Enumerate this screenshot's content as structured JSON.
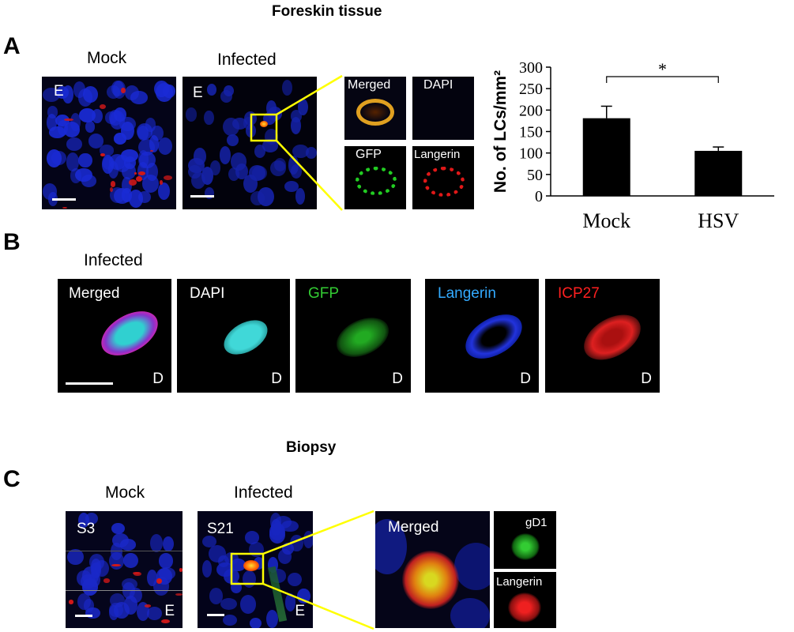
{
  "figure": {
    "top_title": "Foreskin tissue",
    "bottom_title": "Biopsy"
  },
  "panel_a": {
    "letter": "A",
    "mock_label": "Mock",
    "infected_label": "Infected",
    "mock_image_tag": "E",
    "infected_image_tag": "E",
    "inset_labels": [
      "Merged",
      "DAPI",
      "GFP",
      "Langerin"
    ],
    "inset_label_colors": [
      "#ffffff",
      "#ffffff",
      "#ffffff",
      "#ffffff"
    ],
    "callout_color": "#ffff00"
  },
  "panel_b": {
    "letter": "B",
    "title": "Infected",
    "channels": [
      "Merged",
      "DAPI",
      "GFP",
      "Langerin",
      "ICP27"
    ],
    "channel_label_colors": [
      "#ffffff",
      "#ffffff",
      "#33cc33",
      "#33aaff",
      "#ff2020"
    ],
    "corner_tag": "D"
  },
  "panel_c": {
    "letter": "C",
    "mock_label": "Mock",
    "infected_label": "Infected",
    "mock_sample_tag": "S3",
    "infected_sample_tag": "S21",
    "mock_corner_tag": "E",
    "infected_corner_tag": "E",
    "inset_merged_label": "Merged",
    "inset_side_labels": [
      "gD1",
      "Langerin"
    ],
    "callout_color": "#ffff00"
  },
  "chart_data": {
    "type": "bar",
    "categories": [
      "Mock",
      "HSV"
    ],
    "values": [
      181,
      105
    ],
    "errors": [
      28,
      9
    ],
    "ylabel": "No. of LCs/mm²",
    "ylim": [
      0,
      300
    ],
    "yticks": [
      0,
      50,
      100,
      150,
      200,
      250,
      300
    ],
    "significance": "*",
    "bar_color": "#000000",
    "grid": false,
    "legend": "none"
  }
}
